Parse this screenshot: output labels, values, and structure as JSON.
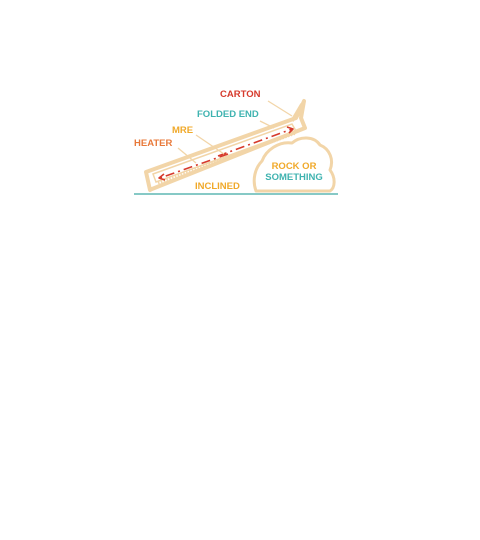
{
  "diagram": {
    "labels": {
      "carton": "CARTON",
      "folded_end": "FOLDED END",
      "mre": "MRE",
      "heater": "HEATER",
      "rock_line1": "ROCK OR",
      "rock_line2": "SOMETHING",
      "inclined": "INCLINED"
    },
    "colors": {
      "carton": "#d63a2c",
      "folded_end": "#3fb3b0",
      "mre": "#f0a92a",
      "heater": "#e8793a",
      "rock_line1": "#f0a92a",
      "rock_line2": "#3fb3b0",
      "inclined": "#f0a92a",
      "outline": "#f2d5a8",
      "ground": "#3fa9a5",
      "arrow": "#d63a2c"
    }
  }
}
